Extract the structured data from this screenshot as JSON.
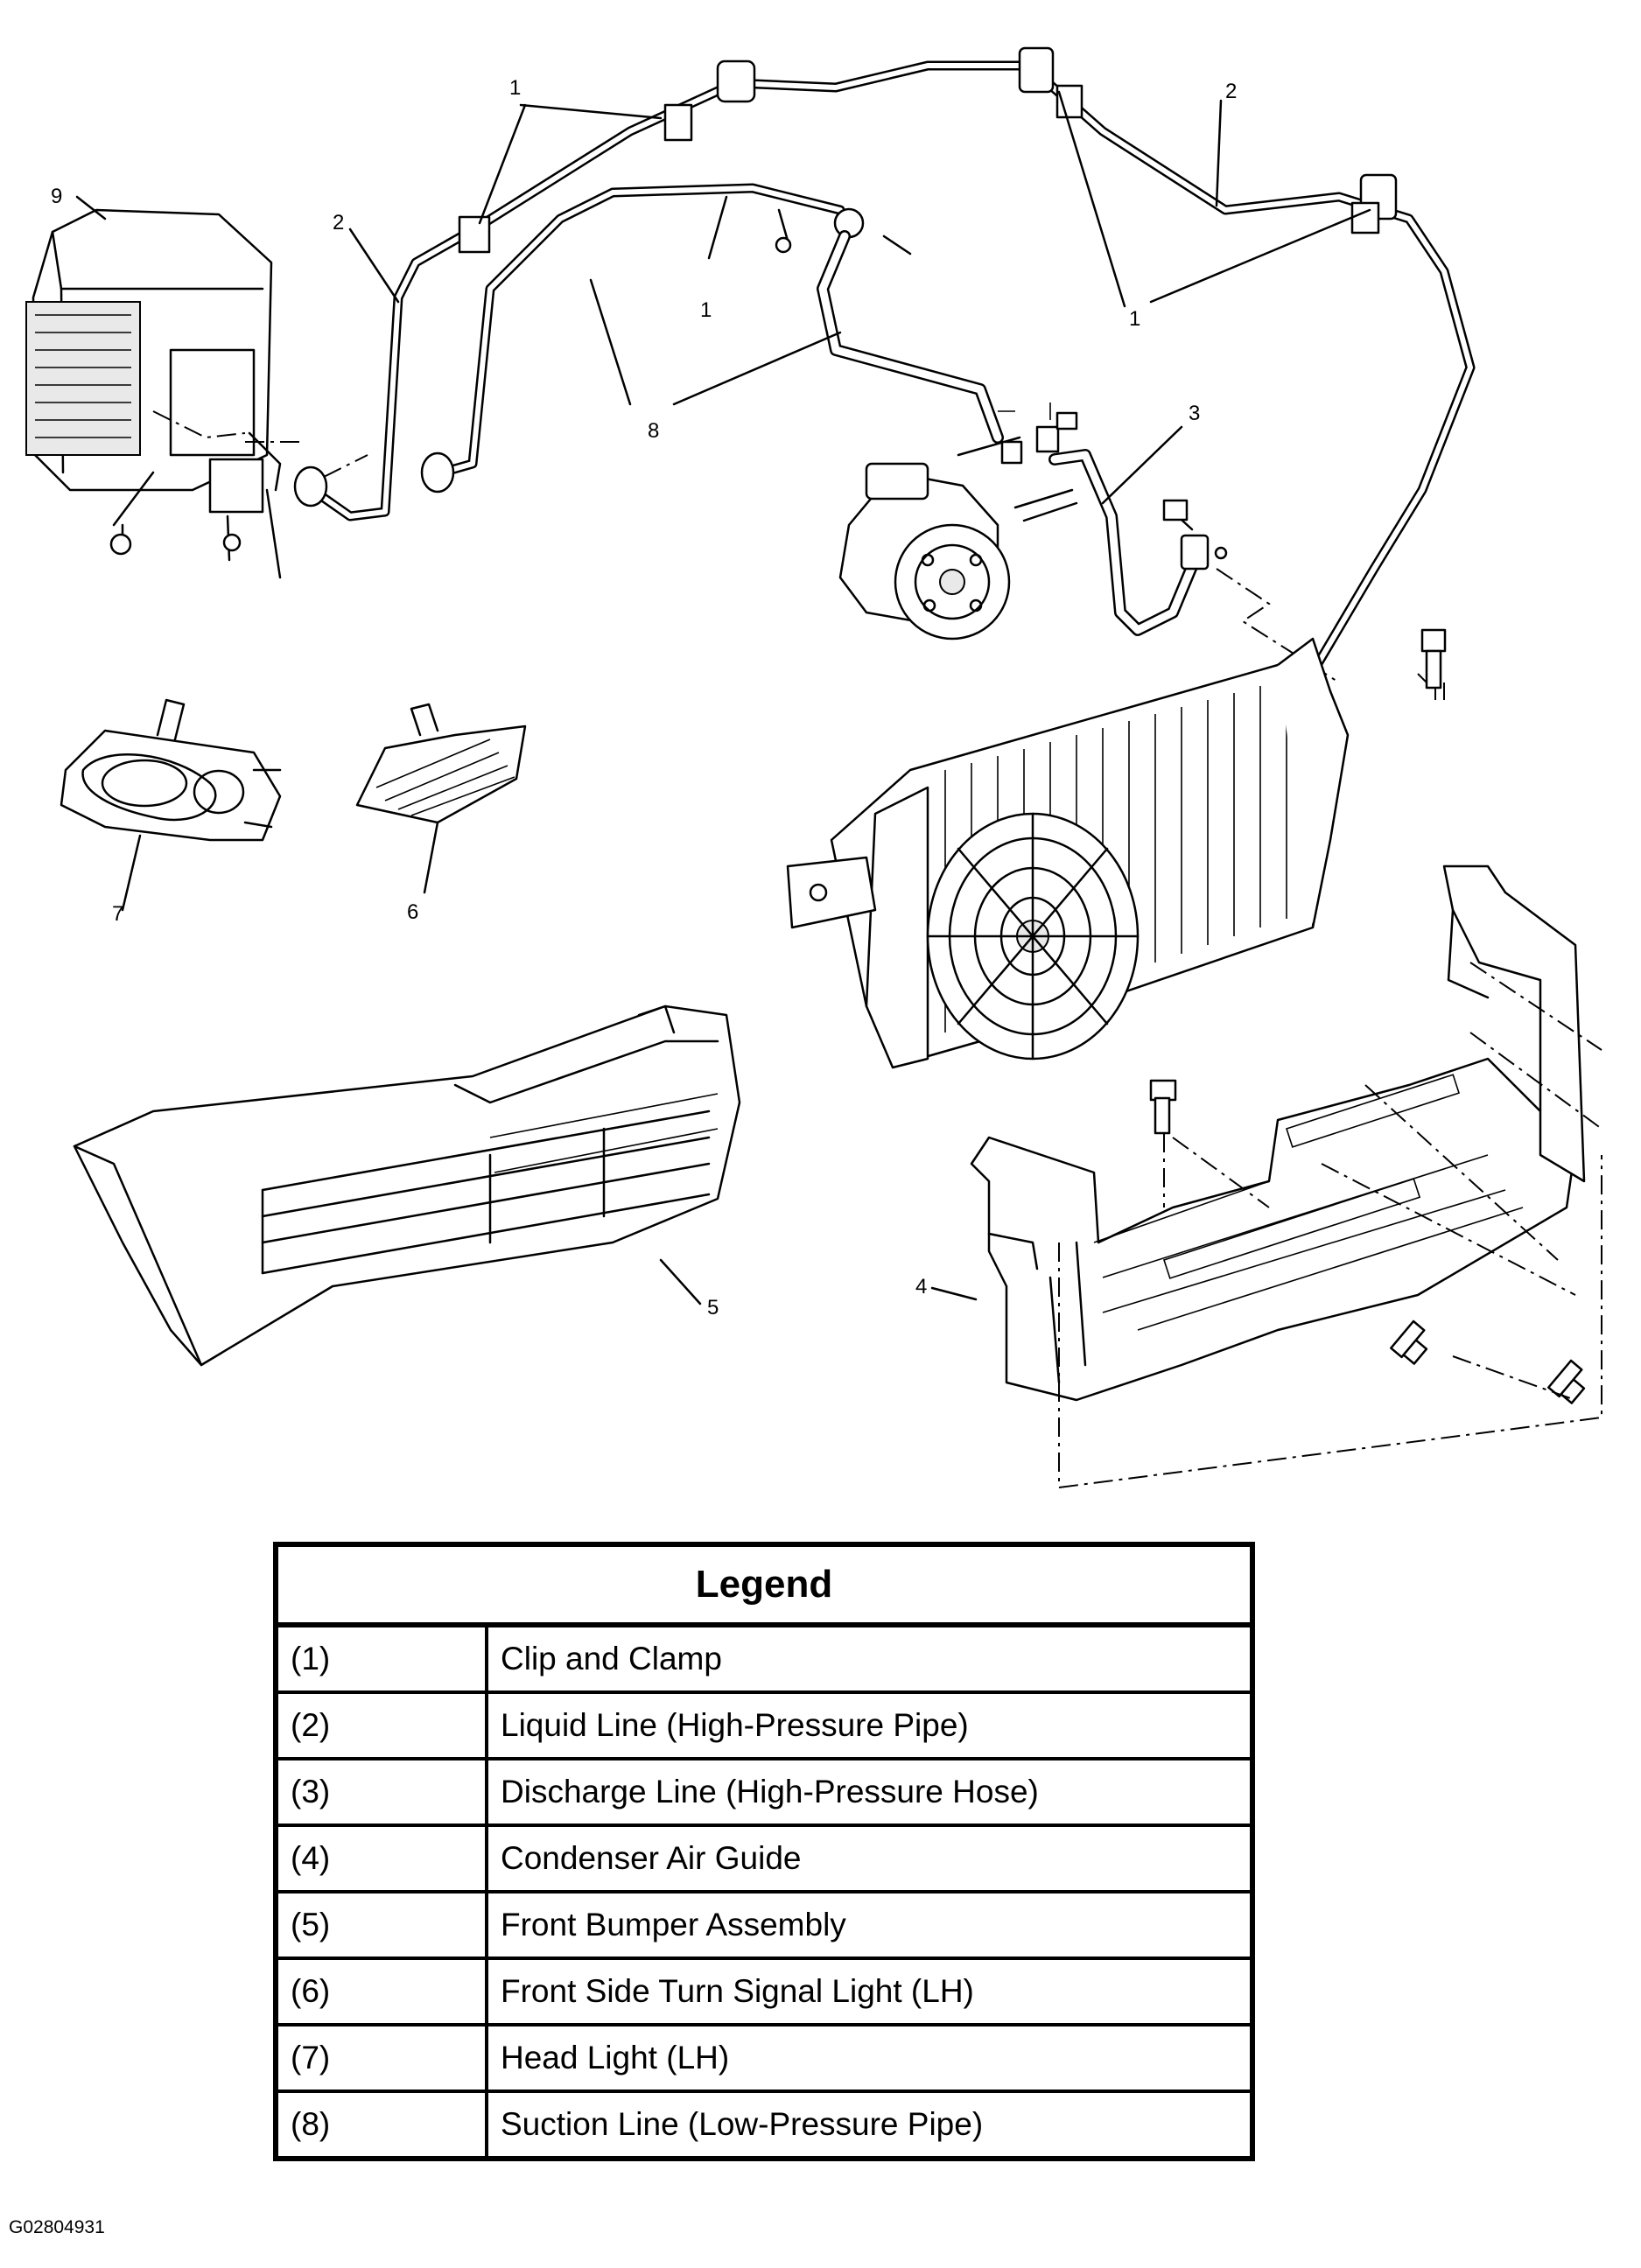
{
  "callouts": {
    "c1a": "1",
    "c1b": "1",
    "c1c": "1",
    "c2a": "2",
    "c2b": "2",
    "c3": "3",
    "c4": "4",
    "c5": "5",
    "c6": "6",
    "c7": "7",
    "c8": "8",
    "c9": "9"
  },
  "legend": {
    "title": "Legend",
    "rows": [
      {
        "num": "(1)",
        "desc": "Clip and Clamp"
      },
      {
        "num": "(2)",
        "desc": "Liquid Line (High-Pressure Pipe)"
      },
      {
        "num": "(3)",
        "desc": "Discharge Line (High-Pressure Hose)"
      },
      {
        "num": "(4)",
        "desc": "Condenser Air Guide"
      },
      {
        "num": "(5)",
        "desc": "Front Bumper Assembly"
      },
      {
        "num": "(6)",
        "desc": "Front Side Turn Signal Light (LH)"
      },
      {
        "num": "(7)",
        "desc": "Head Light (LH)"
      },
      {
        "num": "(8)",
        "desc": "Suction Line (Low-Pressure Pipe)"
      }
    ]
  },
  "figure_id": "G02804931"
}
